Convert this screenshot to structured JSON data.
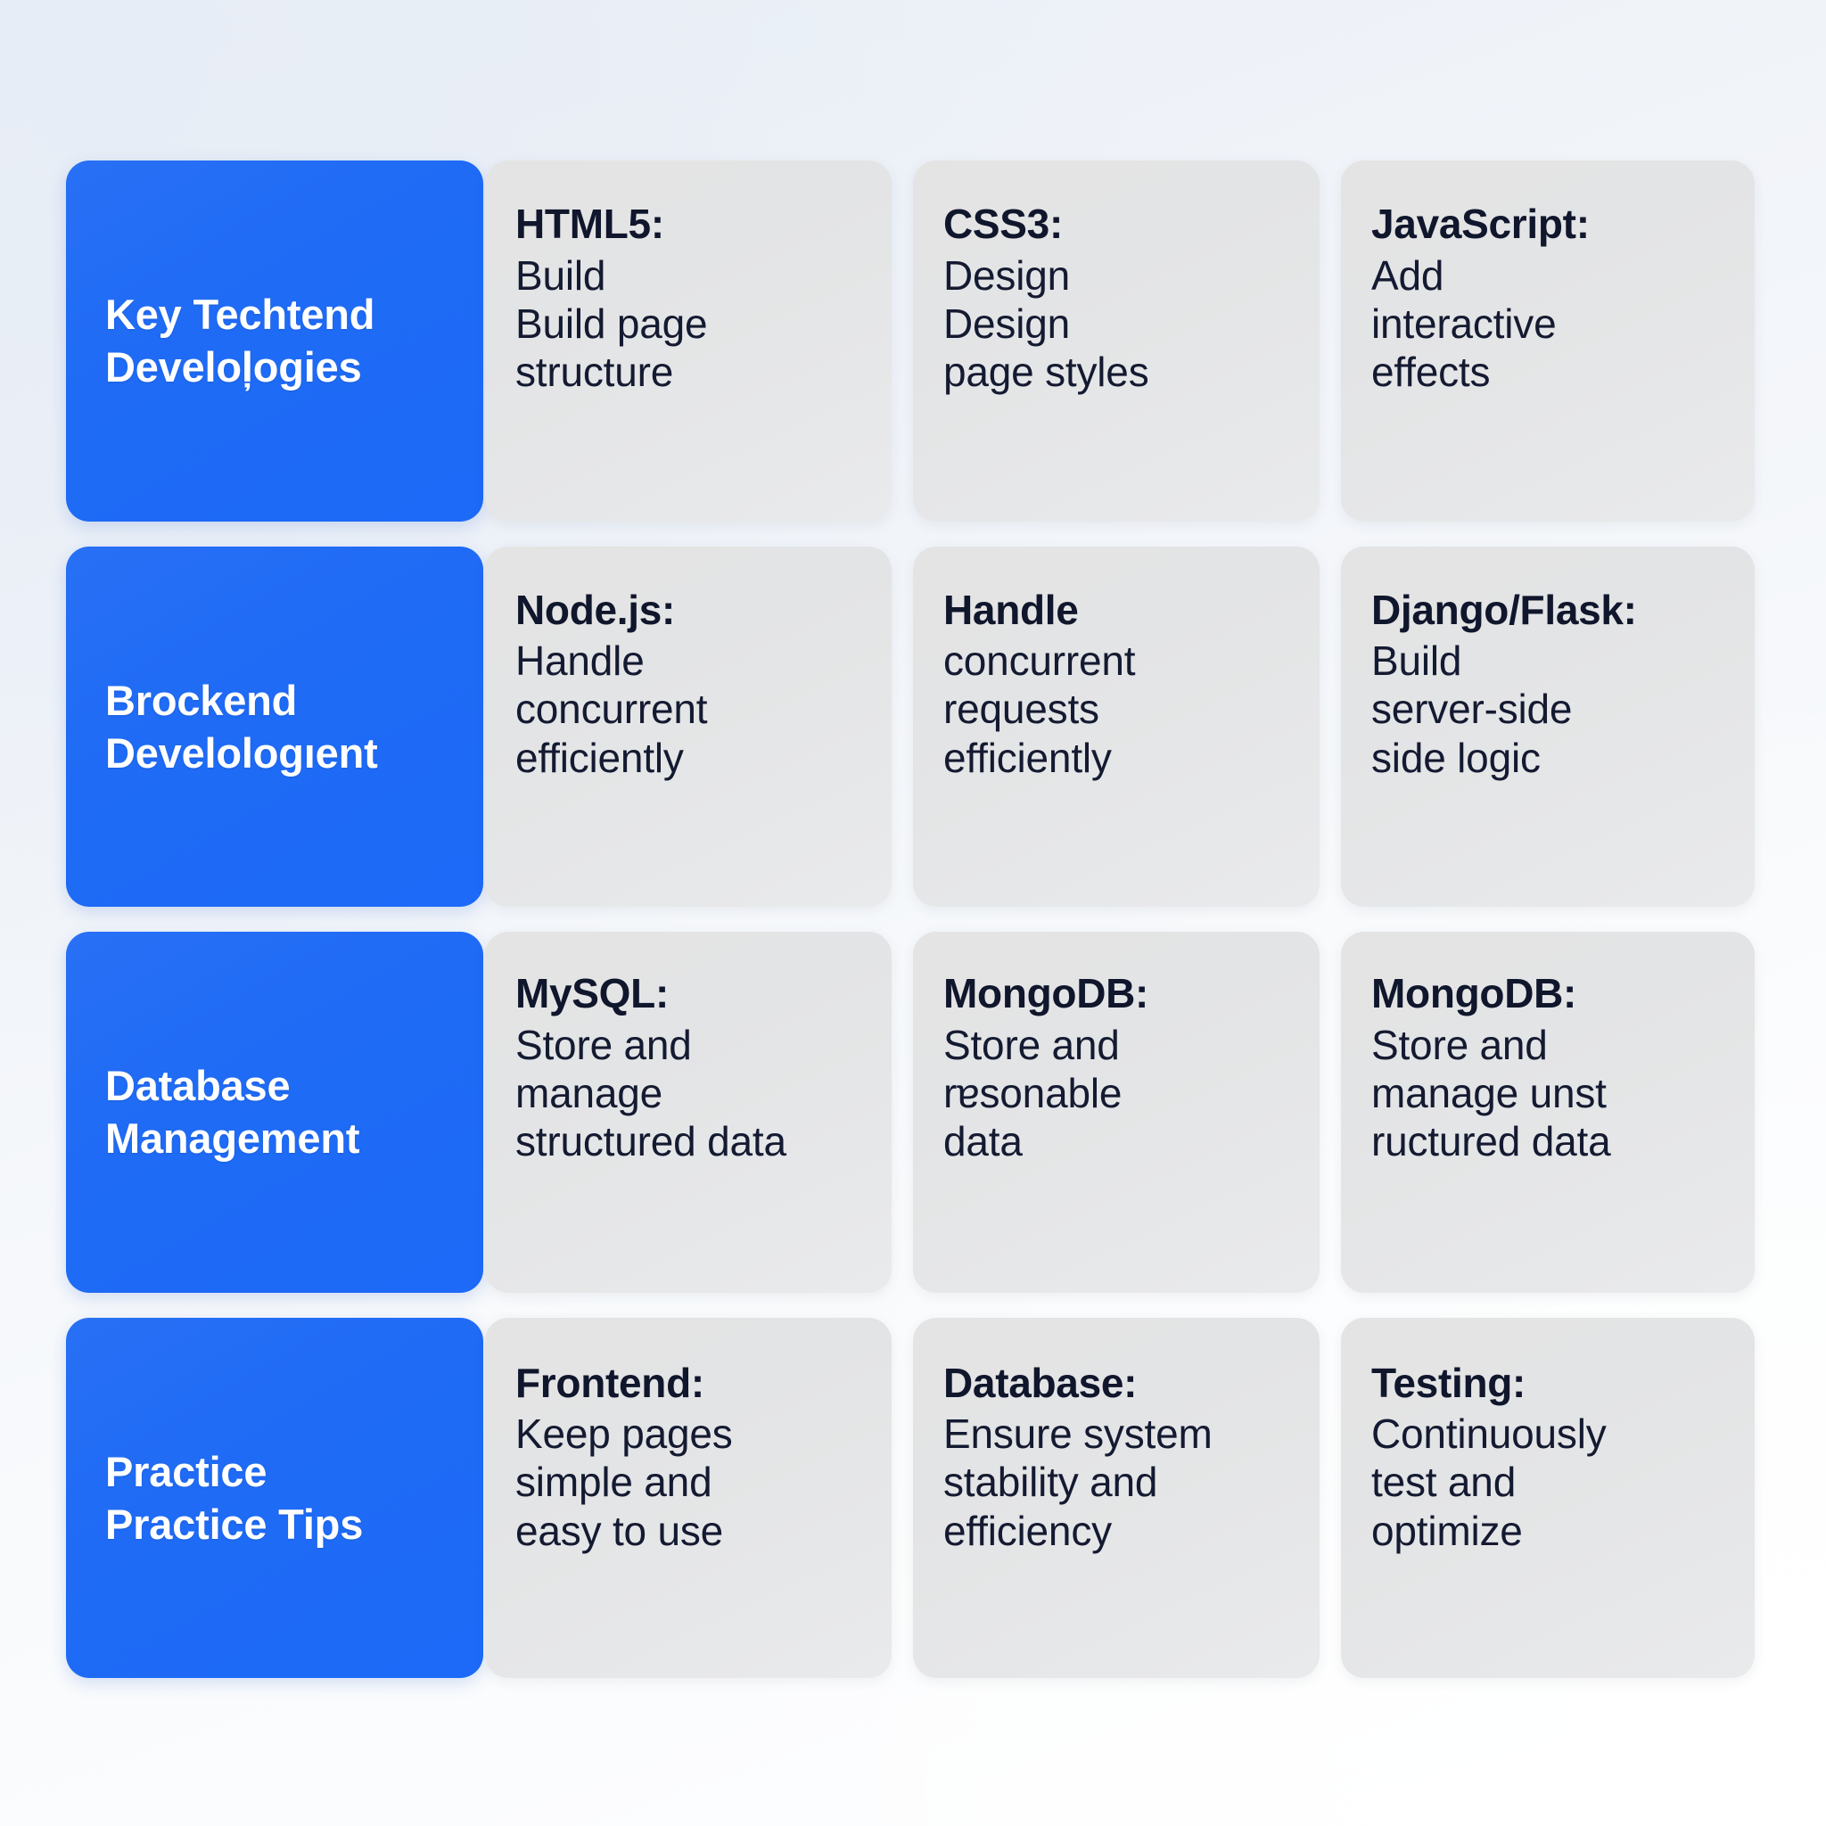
{
  "theme": {
    "accent_blue": "#1f6bf5",
    "card_gray": "#e5e6e7",
    "text_dark": "#10162c",
    "text_light": "#ffffff",
    "page_background": "#f3f6fa"
  },
  "rows": [
    {
      "label": "Key Techtend\nDeveloļogies",
      "cards": [
        {
          "title": "HTML5:",
          "body": "Build\nBuild page\nstructure"
        },
        {
          "title": "CSS3:",
          "body": "Design\nDesign\npage styles"
        },
        {
          "title": "JavaScript:",
          "body": "Add\ninteractive\neffects"
        }
      ]
    },
    {
      "label": "Brockend\nDevelologıent",
      "cards": [
        {
          "title": "Node.js:",
          "body": "Handle\nconcurrent\nefficiently"
        },
        {
          "title": "Handle",
          "body": "concurrent\nrequests\nefficiently"
        },
        {
          "title": "Django/Flask:",
          "body": "Build\nserver-side\nside logic"
        }
      ]
    },
    {
      "label": "Database\nManagement",
      "cards": [
        {
          "title": "MySQL:",
          "body": "Store and\nmanage\nstructured data"
        },
        {
          "title": "MongoDB:",
          "body": "Store and\nrɐsonable\ndata"
        },
        {
          "title": "MongoDB:",
          "body": "Store and\nmanage unst\nructured data"
        }
      ]
    },
    {
      "label": "Practice\nPractice Tips",
      "cards": [
        {
          "title": "Frontend:",
          "body": "Keep pages\nsimple and\neasy to use"
        },
        {
          "title": "Database:",
          "body": "Ensure system\nstability and\nefficiency"
        },
        {
          "title": "Testing:",
          "body": "Continuously\ntest and\noptimize"
        }
      ]
    }
  ]
}
